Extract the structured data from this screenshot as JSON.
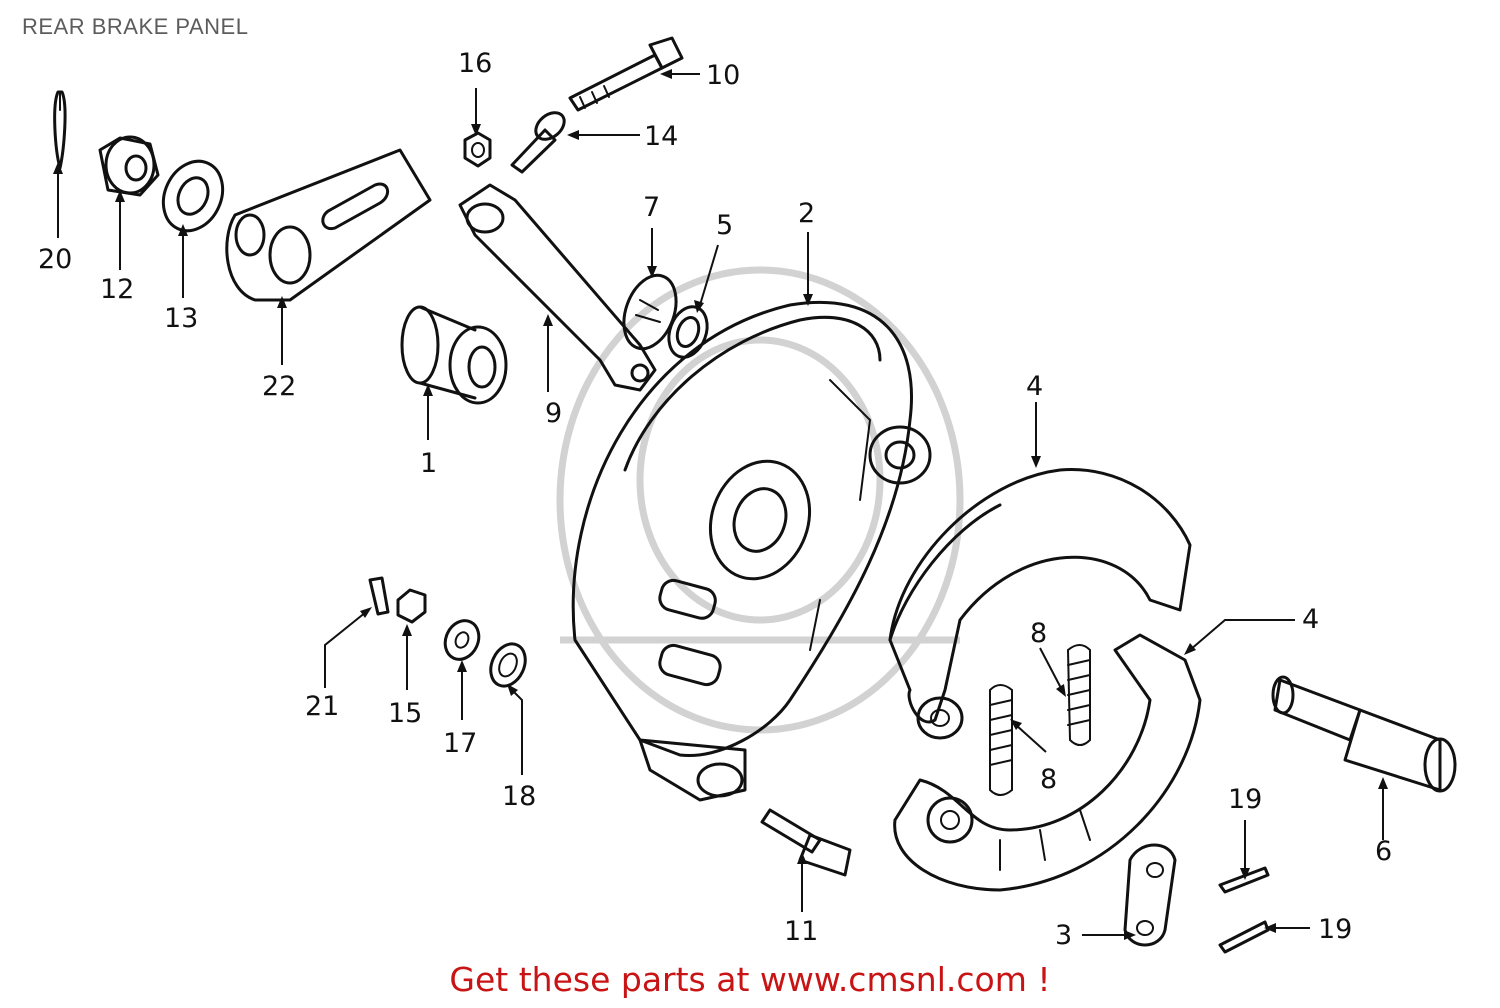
{
  "title": "REAR BRAKE PANEL",
  "callouts": {
    "c1": "1",
    "c2": "2",
    "c3": "3",
    "c4a": "4",
    "c4b": "4",
    "c5": "5",
    "c6": "6",
    "c7": "7",
    "c8a": "8",
    "c8b": "8",
    "c9": "9",
    "c10": "10",
    "c11": "11",
    "c12": "12",
    "c13": "13",
    "c14": "14",
    "c15": "15",
    "c16": "16",
    "c17": "17",
    "c18": "18",
    "c19a": "19",
    "c19b": "19",
    "c20": "20",
    "c21": "21",
    "c22": "22"
  },
  "call_to_action": "Get these parts at www.cmsnl.com !",
  "colors": {
    "ink": "#111111",
    "title": "#5c5c5c",
    "cta": "#c81414",
    "watermark": "#d2d2d2"
  }
}
